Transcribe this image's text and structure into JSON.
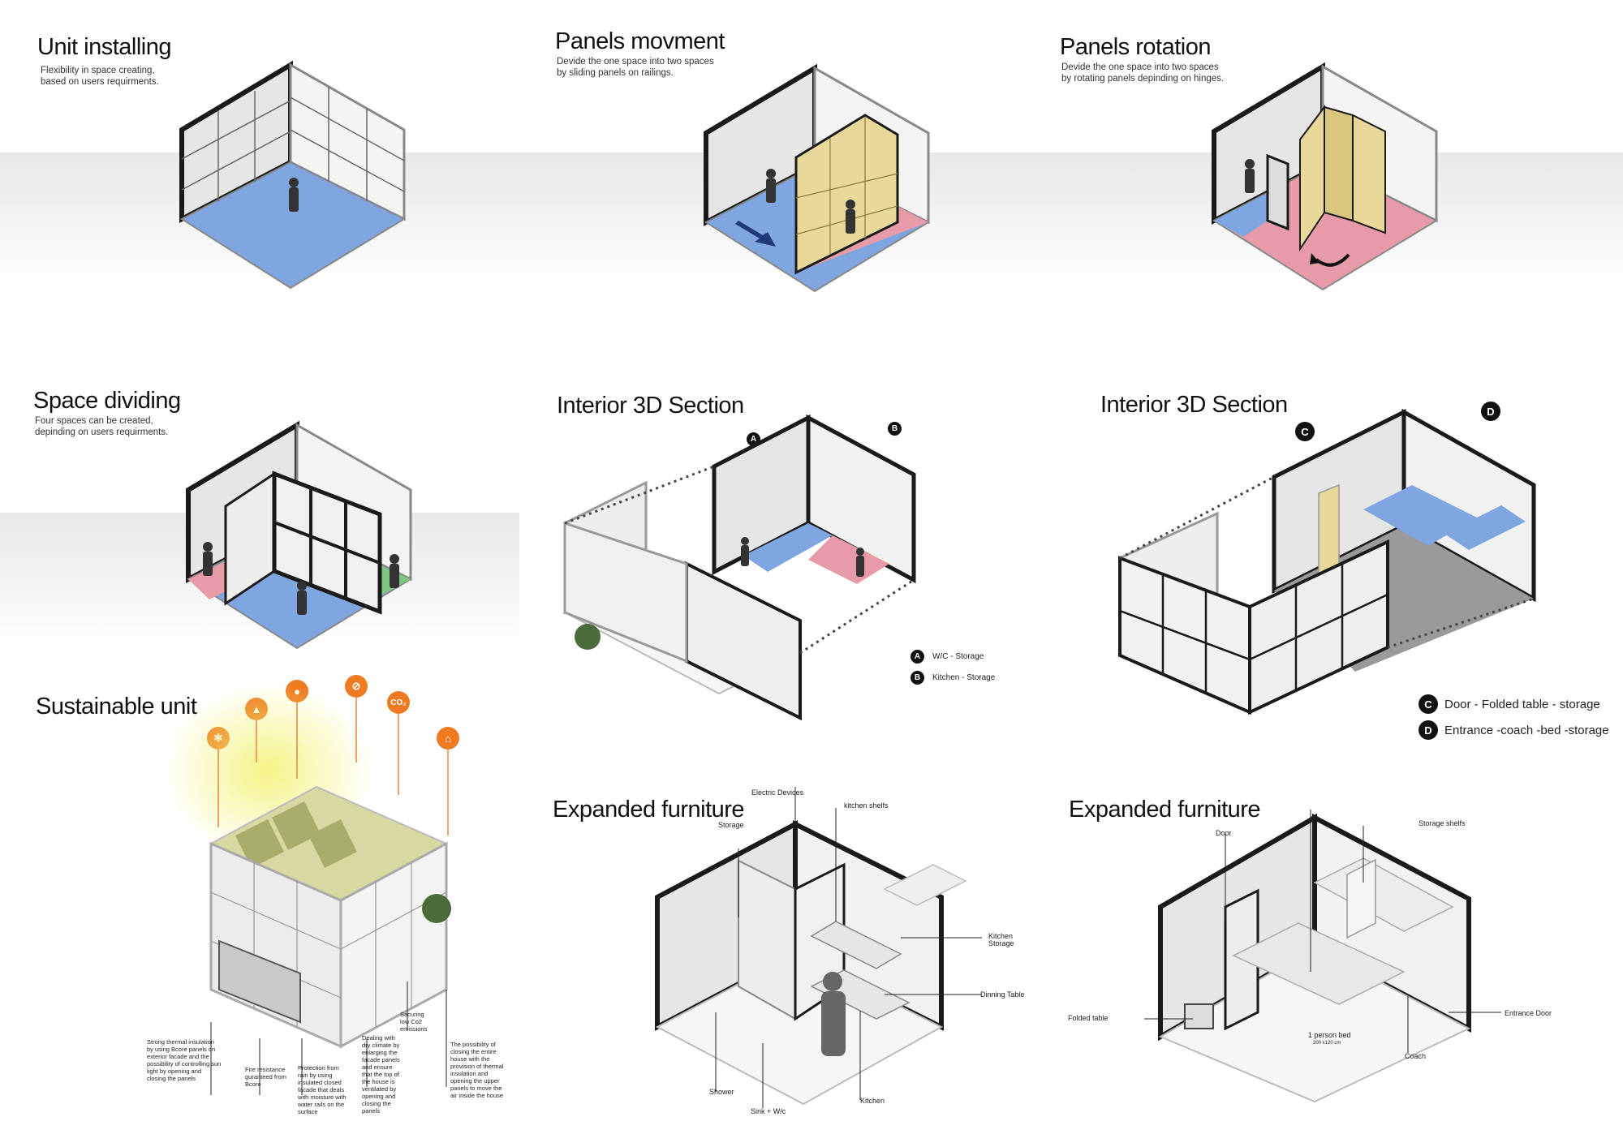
{
  "panels": {
    "unit_installing": {
      "title": "Unit installing",
      "desc": [
        "Flexibility in space creating,",
        "based on users requirments."
      ]
    },
    "panels_movement": {
      "title": "Panels movment",
      "desc": [
        "Devide the one space into two spaces",
        "by sliding panels on railings."
      ]
    },
    "panels_rotation": {
      "title": "Panels rotation",
      "desc": [
        "Devide the one space into two spaces",
        "by rotating panels depinding on hinges."
      ]
    },
    "space_dividing": {
      "title": "Space dividing",
      "desc": [
        "Four spaces can be created,",
        "depinding on users requirments."
      ]
    },
    "interior_section_1": {
      "title": "Interior 3D Section",
      "markers": [
        "A",
        "B"
      ],
      "legend": [
        {
          "badge": "A",
          "text": "W/C - Storage"
        },
        {
          "badge": "B",
          "text": "Kitchen - Storage"
        }
      ]
    },
    "interior_section_2": {
      "title": "Interior 3D Section",
      "markers": [
        "C",
        "D"
      ],
      "legend": [
        {
          "badge": "C",
          "text": "Door - Folded table - storage"
        },
        {
          "badge": "D",
          "text": "Entrance -coach -bed -storage"
        }
      ]
    },
    "sustainable_unit": {
      "title": "Sustainable unit",
      "icons": [
        "snowflake-icon",
        "fire-icon",
        "water-drop-icon",
        "no-fire-icon",
        "co2-icon",
        "ventilation-icon"
      ],
      "icon_texts": {
        "co2": "CO₂"
      },
      "notes": {
        "thermal": [
          "Strong thermal insulation",
          "by using Bcore panels on",
          "exterior facade and the",
          "possibility of controlling sun",
          "light by opening and",
          "closing the panels"
        ],
        "fire": [
          "Fire resistance",
          "guranteed from",
          "Bcore"
        ],
        "rain": [
          "Protection from",
          "rain by using",
          "insulated closed",
          "facade that deals",
          "with moisture with",
          "water rails on the",
          "surface"
        ],
        "dry": [
          "Dealing with",
          "dry climate by",
          "enlarging the",
          "facade panels",
          "and ensure",
          "that the top of",
          "the house is",
          "ventilated by",
          "opening and",
          "closing the",
          "panels"
        ],
        "co2": [
          "Securing",
          "low Co2",
          "emissions"
        ],
        "closing": [
          "The possibility of",
          "closing the entire",
          "house with the",
          "provision of thermal",
          "insulation and",
          "opening the upper",
          "panels to move the",
          "air inside the house"
        ]
      }
    },
    "expanded_furniture_1": {
      "title": "Expanded furniture",
      "labels": {
        "electric": "Electric Devices",
        "kitchen_shelfs": "kitchen shelfs",
        "storage": "Storage",
        "kitchen_storage": [
          "Kitchen",
          "Storage"
        ],
        "dinning": "Dinning Table",
        "shower": "Shower",
        "sink": "Sink + W/c",
        "kitchen": "Kitchen"
      }
    },
    "expanded_furniture_2": {
      "title": "Expanded furniture",
      "labels": {
        "door": "Door",
        "storage_shelfs": "Storage shelfs",
        "folded_table": "Folded table",
        "bed": "1 person bed",
        "bed_size": "200 x120 cm",
        "coach": "Coach",
        "entrance": "Entrance Door"
      }
    }
  },
  "colors": {
    "blue": "#7fa6e0",
    "pink": "#e79aa8",
    "green": "#7fc480",
    "yellow": "#e8d89a",
    "orange": "#ee7a22",
    "frame": "#1a1a1a",
    "wall": "#ececec",
    "gray_floor": "#9a9a9a"
  }
}
